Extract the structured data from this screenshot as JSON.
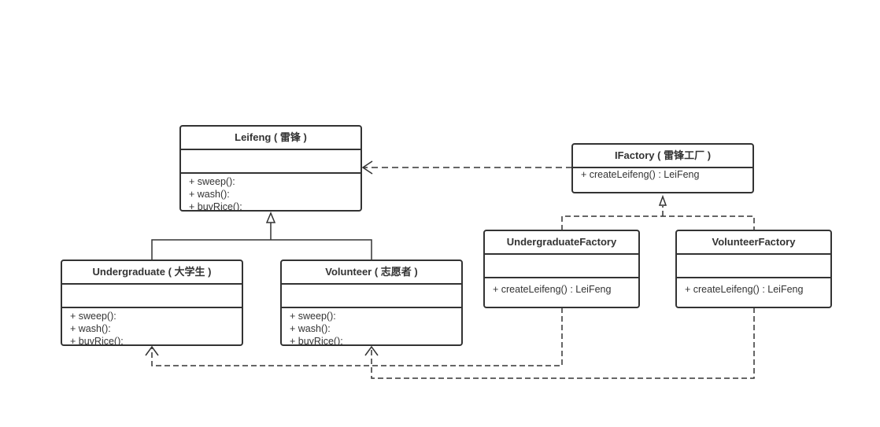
{
  "classes": {
    "leifeng": {
      "name": "Leifeng ( 雷锋 )",
      "ops": [
        "+ sweep():",
        "+ wash():",
        "+ buyRice():"
      ]
    },
    "undergraduate": {
      "name": "Undergraduate ( 大学生 )",
      "ops": [
        "+ sweep():",
        "+ wash():",
        "+ buyRice():"
      ]
    },
    "volunteer": {
      "name": "Volunteer ( 志愿者 )",
      "ops": [
        "+ sweep():",
        "+ wash():",
        "+ buyRice():"
      ]
    },
    "ifactory": {
      "name": "IFactory ( 雷锋工厂 )",
      "ops": [
        "+ createLeifeng() : LeiFeng"
      ]
    },
    "undergraduate_factory": {
      "name": "UndergraduateFactory",
      "ops": [
        "+ createLeifeng() : LeiFeng"
      ]
    },
    "volunteer_factory": {
      "name": "VolunteerFactory",
      "ops": [
        "+ createLeifeng() : LeiFeng"
      ]
    }
  },
  "colors": {
    "stroke": "#333333",
    "background": "#ffffff"
  }
}
